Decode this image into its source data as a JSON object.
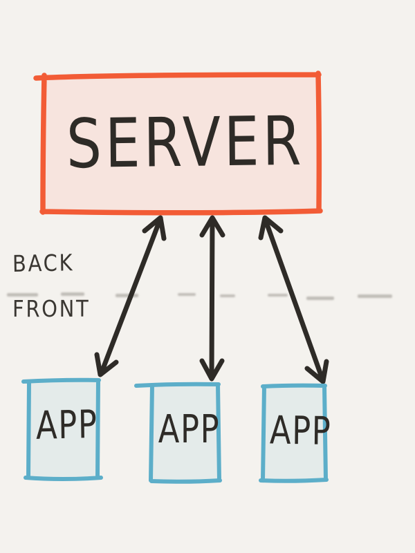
{
  "diagram": {
    "server": {
      "label": "SERVER"
    },
    "layers": {
      "back": "BACK",
      "front": "FRONT"
    },
    "apps": [
      {
        "label": "APP"
      },
      {
        "label": "APP"
      },
      {
        "label": "APP"
      }
    ],
    "connections": [
      {
        "from": "SERVER",
        "to": "APP 1",
        "style": "double-headed-arrow"
      },
      {
        "from": "SERVER",
        "to": "APP 2",
        "style": "double-headed-arrow"
      },
      {
        "from": "SERVER",
        "to": "APP 3",
        "style": "double-headed-arrow"
      }
    ],
    "colors": {
      "background": "#f4f2ee",
      "server_border": "#f25c36",
      "server_fill": "#f7e4de",
      "app_border": "#5caec9",
      "app_fill": "#e4ebea",
      "ink": "#2e2b27",
      "smudge": "#b7b4ae"
    }
  }
}
